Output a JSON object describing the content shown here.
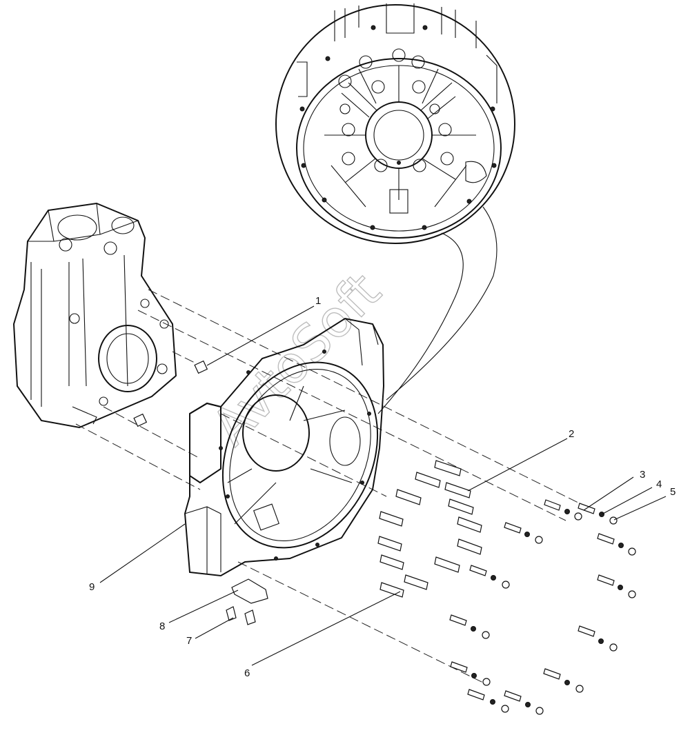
{
  "watermark": "AvtoSoft",
  "callouts": [
    {
      "id": "callout-1",
      "label": "1"
    },
    {
      "id": "callout-2",
      "label": "2"
    },
    {
      "id": "callout-3",
      "label": "3"
    },
    {
      "id": "callout-4",
      "label": "4"
    },
    {
      "id": "callout-5",
      "label": "5"
    },
    {
      "id": "callout-6",
      "label": "6"
    },
    {
      "id": "callout-7",
      "label": "7"
    },
    {
      "id": "callout-8",
      "label": "8"
    },
    {
      "id": "callout-9",
      "label": "9"
    }
  ]
}
